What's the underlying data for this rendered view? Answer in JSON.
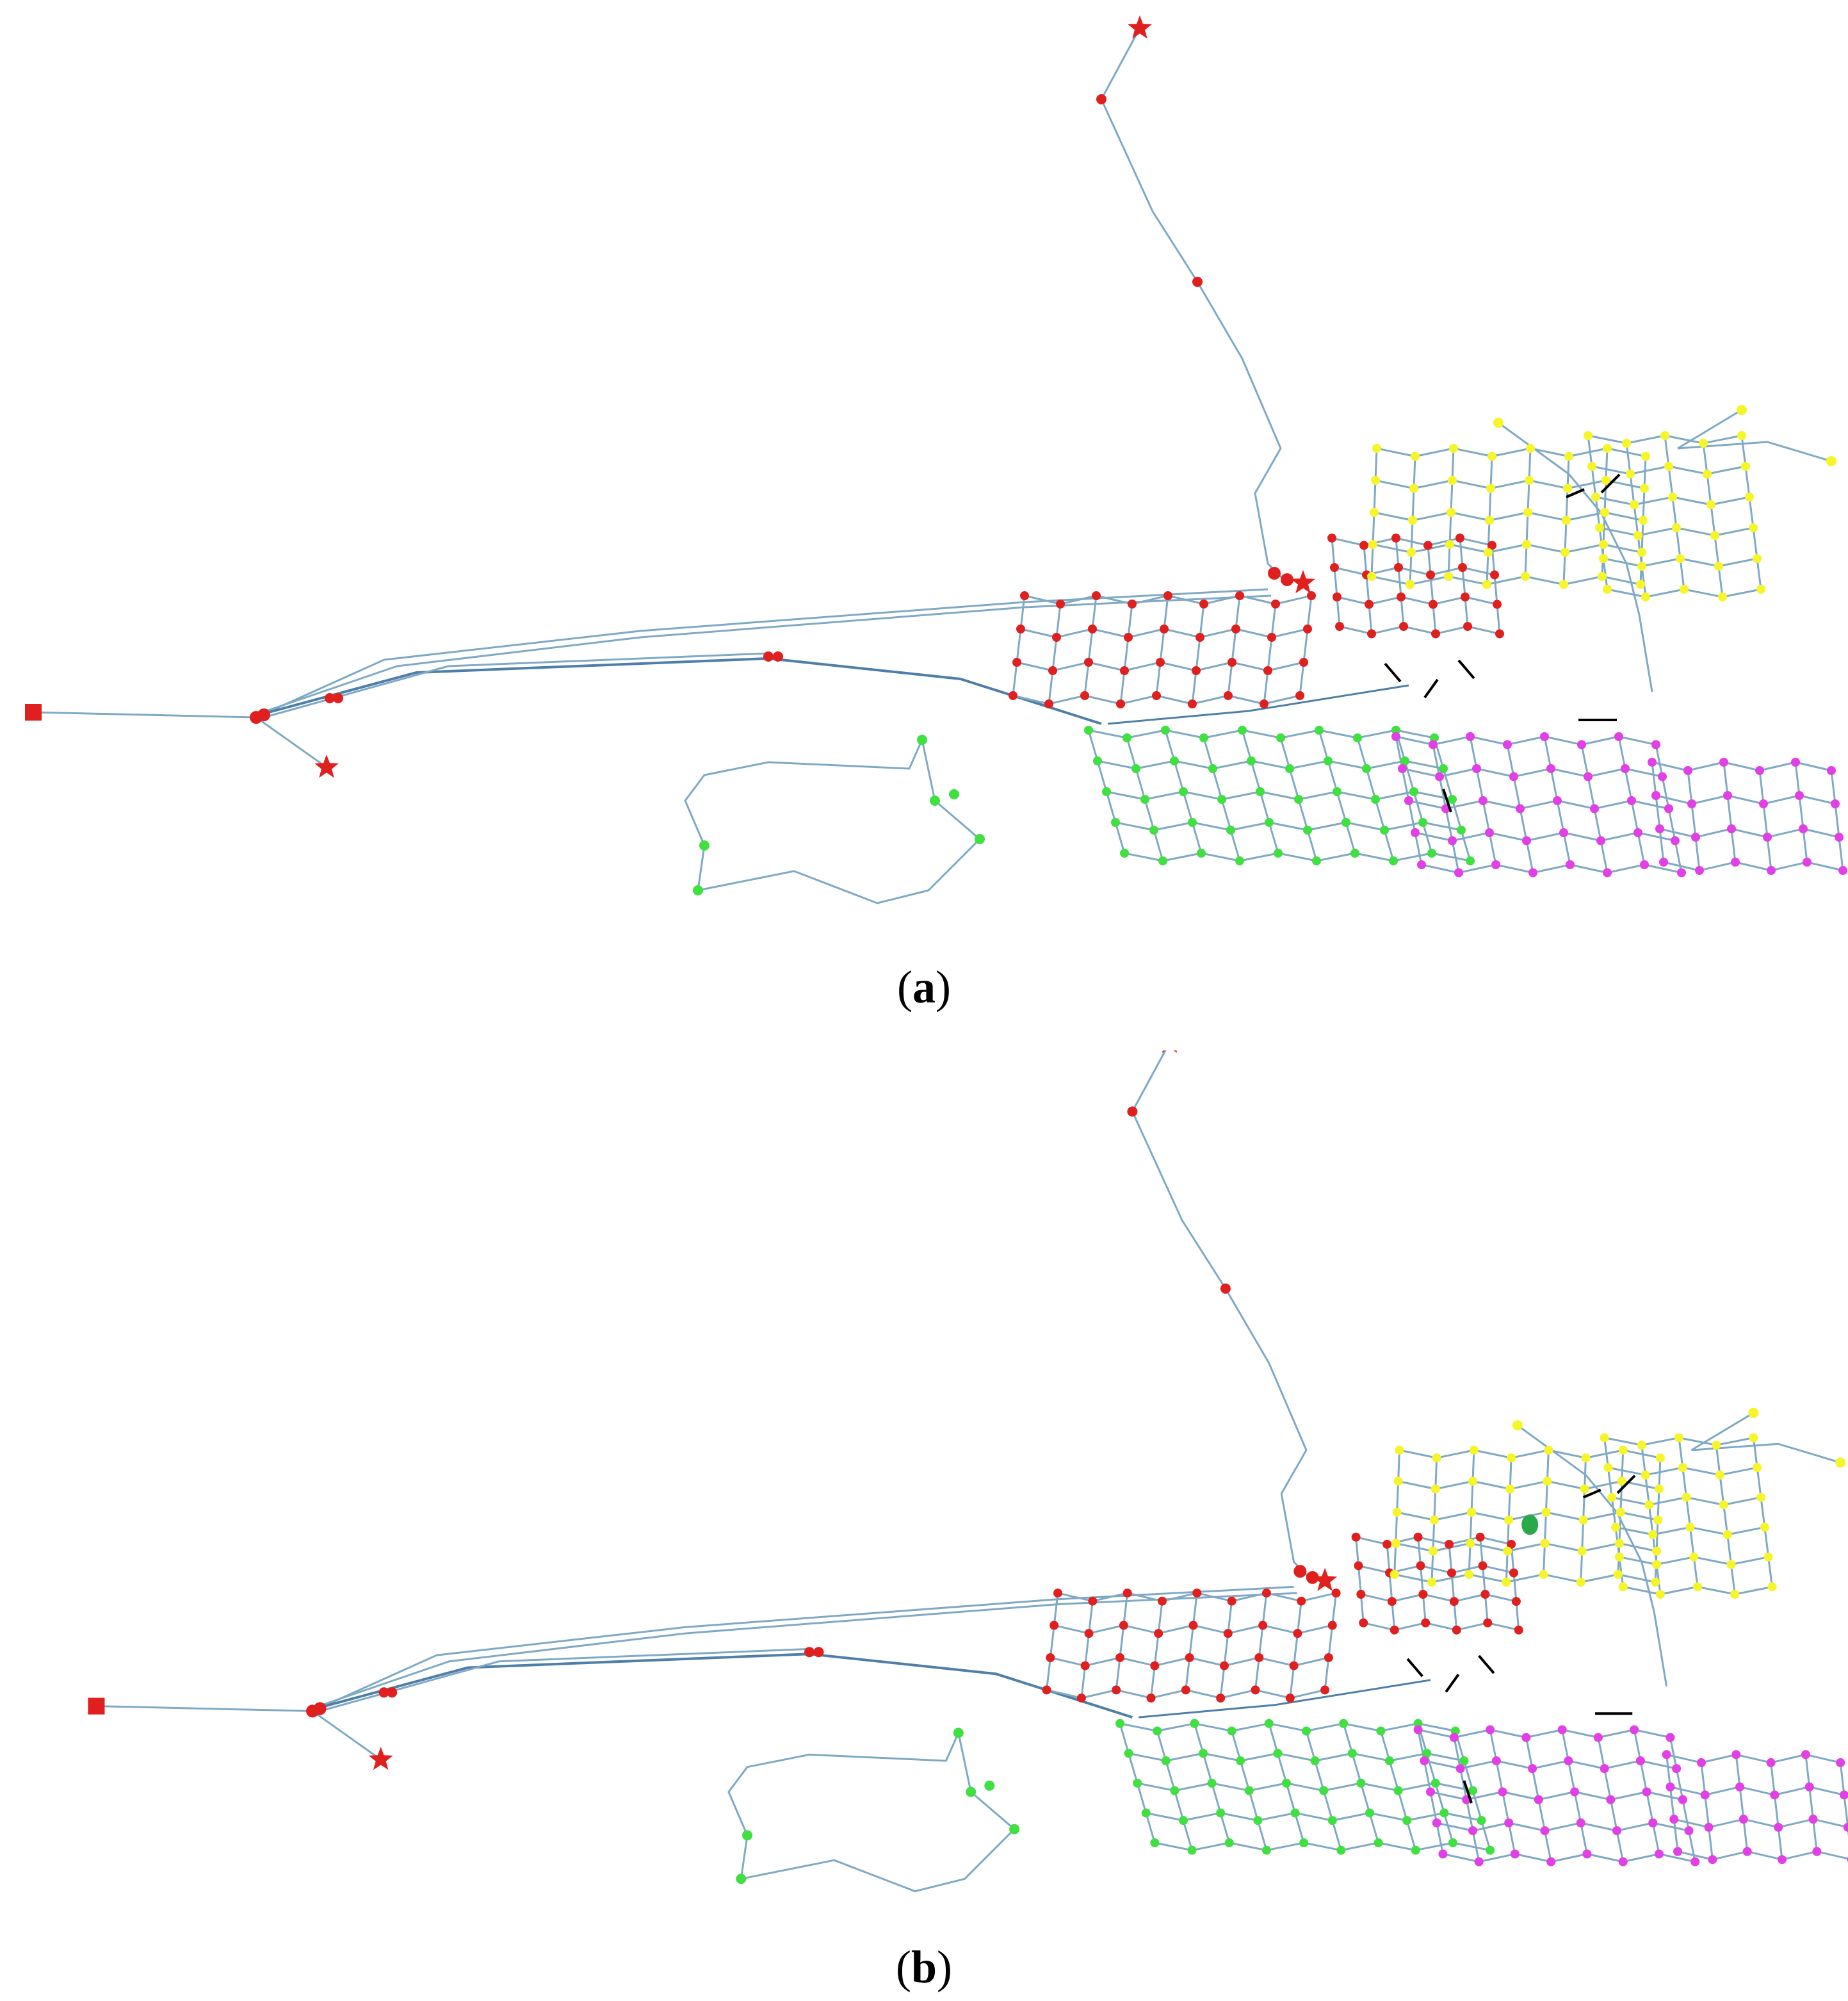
{
  "colors": {
    "edge": "#7fa9c4",
    "edge_dark": "#4f7fa8",
    "red": "#e0201e",
    "green": "#3fe03f",
    "yellow": "#f5f52a",
    "magenta": "#e23fe6",
    "marker": "#000000",
    "highlight": "#2aa84a"
  },
  "panels": [
    {
      "id": "a",
      "caption_letter": "a"
    },
    {
      "id": "b",
      "caption_letter": "b"
    }
  ],
  "legend_symbols": {
    "source": "square",
    "terminal": "star",
    "node": "circle",
    "switch": "line"
  }
}
